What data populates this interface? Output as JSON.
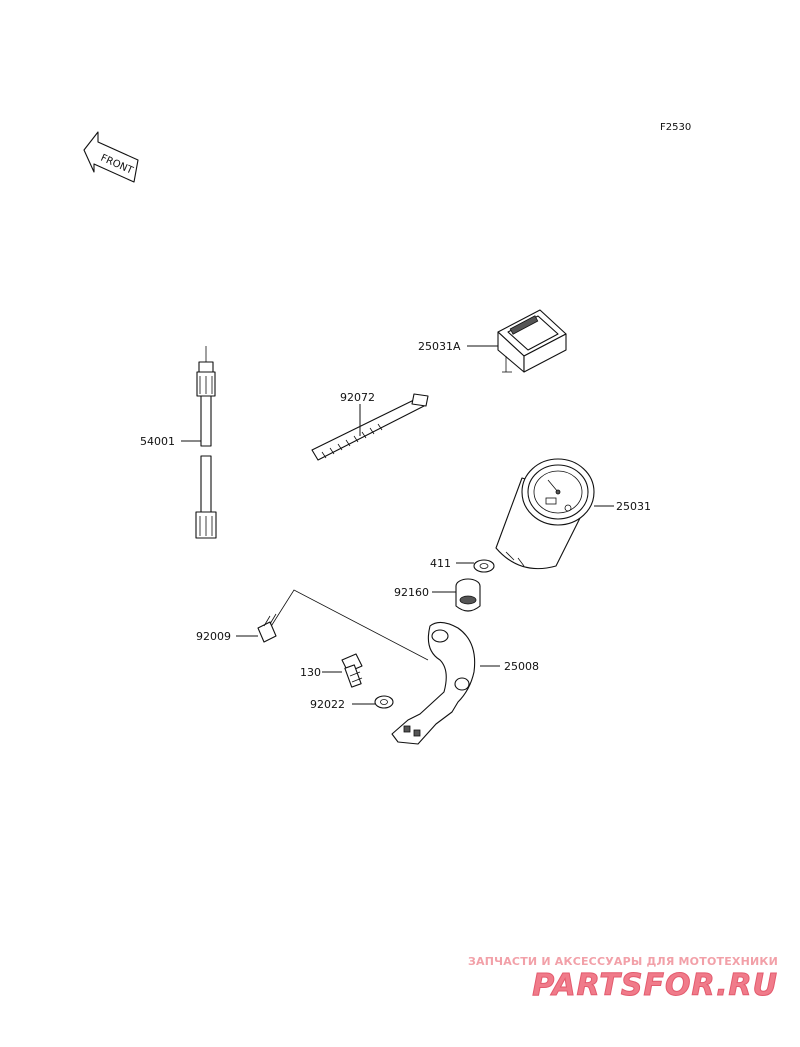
{
  "figure_ref": "F2530",
  "front_label": "FRONT",
  "parts": [
    {
      "id": "p-25031a",
      "number": "25031A"
    },
    {
      "id": "p-92072",
      "number": "92072"
    },
    {
      "id": "p-54001",
      "number": "54001"
    },
    {
      "id": "p-25031",
      "number": "25031"
    },
    {
      "id": "p-411",
      "number": "411"
    },
    {
      "id": "p-92160",
      "number": "92160"
    },
    {
      "id": "p-92009",
      "number": "92009"
    },
    {
      "id": "p-25008",
      "number": "25008"
    },
    {
      "id": "p-130",
      "number": "130"
    },
    {
      "id": "p-92022",
      "number": "92022"
    }
  ],
  "watermark": {
    "tagline": "ЗАПЧАСТИ И АКСЕССУАРЫ ДЛЯ МОТОТЕХНИКИ",
    "brand": "PARTSFOR.RU",
    "color": "#f07b8a"
  }
}
